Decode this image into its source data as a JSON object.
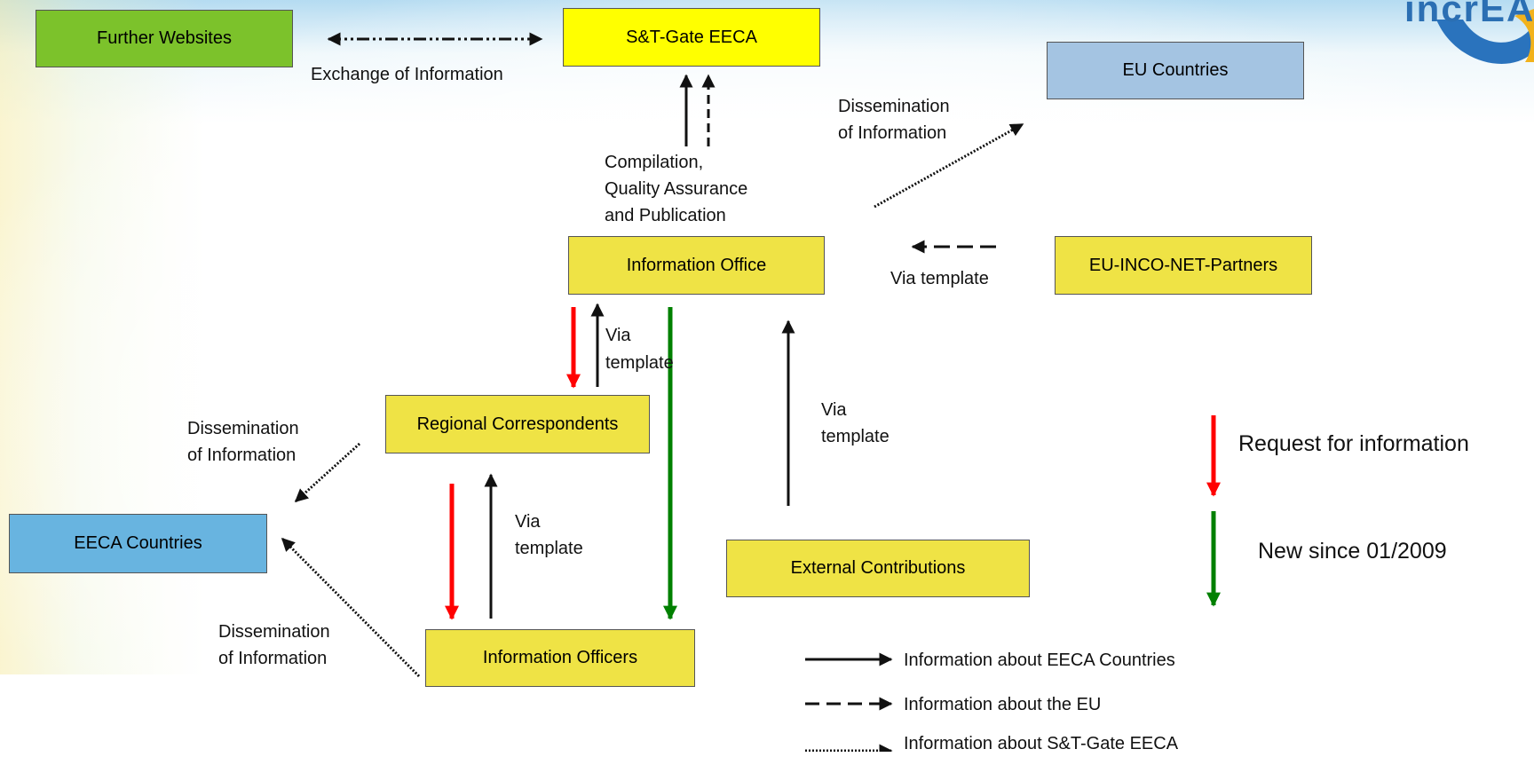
{
  "logo": {
    "text": "incrEAST"
  },
  "boxes": {
    "further_websites": "Further Websites",
    "st_gate": "S&T-Gate EECA",
    "eu_countries": "EU Countries",
    "information_office": "Information Office",
    "eu_inco": "EU-INCO-NET-Partners",
    "regional_correspondents": "Regional Correspondents",
    "eeca_countries": "EECA Countries",
    "external_contributions": "External Contributions",
    "information_officers": "Information Officers"
  },
  "labels": {
    "exchange": "Exchange of Information",
    "dissemination_eu_1": "Dissemination",
    "dissemination_eu_2": "of Information",
    "compilation_1": "Compilation,",
    "compilation_2": "Quality Assurance",
    "compilation_3": "and Publication",
    "via_template_inco": "Via template",
    "via_1": "Via",
    "template_1": "template",
    "via_2": "Via",
    "template_2": "template",
    "via_3": "Via",
    "template_3": "template",
    "dissemination_rc_1": "Dissemination",
    "dissemination_rc_2": "of Information",
    "dissemination_io_1": "Dissemination",
    "dissemination_io_2": "of Information"
  },
  "legend": {
    "request": "Request for information",
    "new_since": "New since 01/2009",
    "solid": "Information about EECA Countries",
    "dashed": "Information about the EU",
    "dotted": "Information about S&T-Gate EECA"
  },
  "colors": {
    "request_arrow": "#ff0000",
    "new_arrow": "#008000",
    "info_arrow": "#111111",
    "box_yellow": "#efe345",
    "box_green": "#7cc22b",
    "box_lightblue": "#a4c4e2",
    "box_blue": "#68b4e0"
  }
}
